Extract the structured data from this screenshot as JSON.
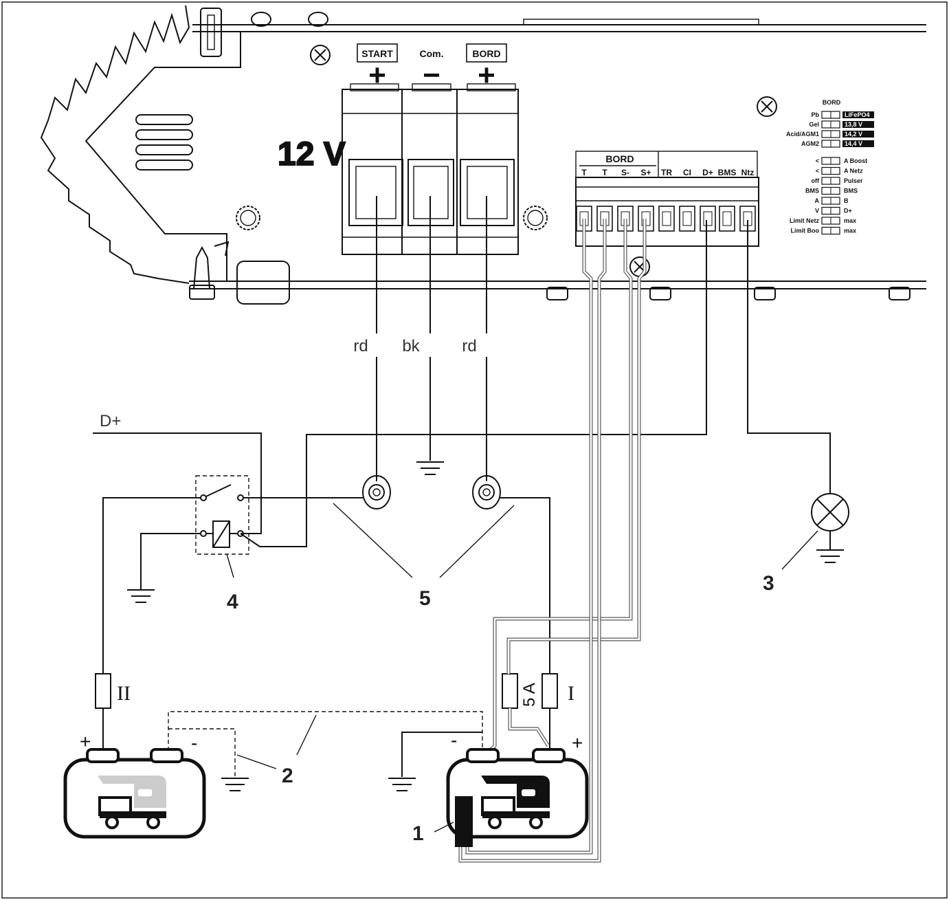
{
  "device": {
    "voltage": "12 V",
    "terminals": {
      "start": "START",
      "com": "Com.",
      "bord": "BORD"
    },
    "polarity": {
      "start": "+",
      "com": "−",
      "bord": "+"
    }
  },
  "connector": {
    "group": "BORD",
    "pins": [
      "T",
      "T",
      "S-",
      "S+",
      "TR",
      "CI",
      "D+",
      "BMS",
      "Ntz"
    ]
  },
  "dip": {
    "title": "BORD",
    "left_a": [
      "Pb",
      "Gel",
      "Acid/AGM1",
      "AGM2"
    ],
    "right_a": [
      "LiFePO4",
      "13,8 V",
      "14,2 V",
      "14,4 V"
    ],
    "left_b": [
      "<",
      "<",
      "off",
      "BMS",
      "A",
      "V",
      "Limit Netz",
      "Limit Boo"
    ],
    "right_b": [
      "A Boost",
      "A Netz",
      "Pulser",
      "BMS",
      "B",
      "D+",
      "max",
      "max"
    ]
  },
  "wires": {
    "rd1": "rd",
    "bk": "bk",
    "rd2": "rd"
  },
  "signals": {
    "dplus": "D+"
  },
  "fuses": {
    "f1": "I",
    "f2": "II",
    "f5a": "5 A"
  },
  "callouts": {
    "c1": "1",
    "c2": "2",
    "c3": "3",
    "c4": "4",
    "c5": "5"
  },
  "battery_poles": {
    "start_plus": "+",
    "start_minus": "-",
    "aux_minus": "-",
    "aux_plus": "+"
  }
}
